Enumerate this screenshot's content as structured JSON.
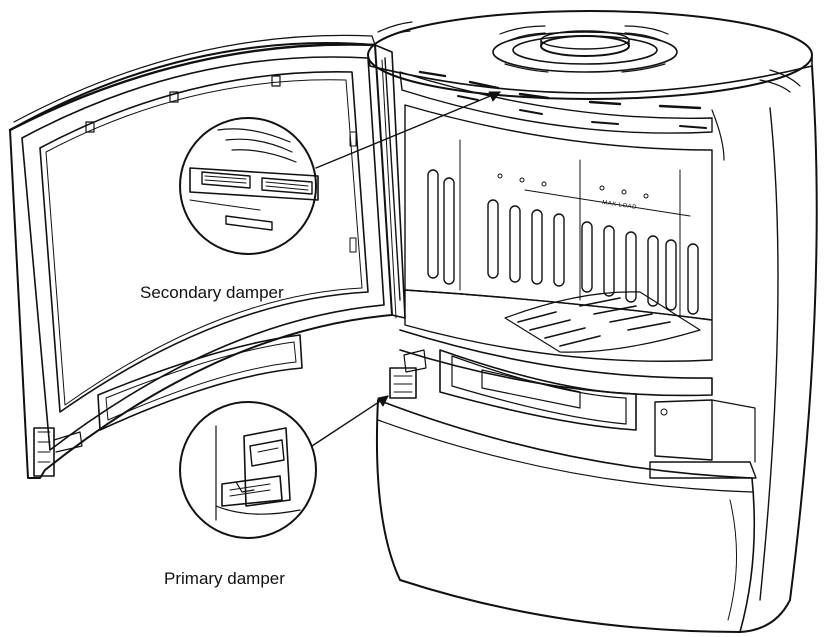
{
  "diagram": {
    "callouts": {
      "secondary": "Secondary damper",
      "primary": "Primary damper"
    },
    "embossed_text": "MAX LOAD",
    "colors": {
      "line": "#111111",
      "background": "#ffffff"
    }
  }
}
